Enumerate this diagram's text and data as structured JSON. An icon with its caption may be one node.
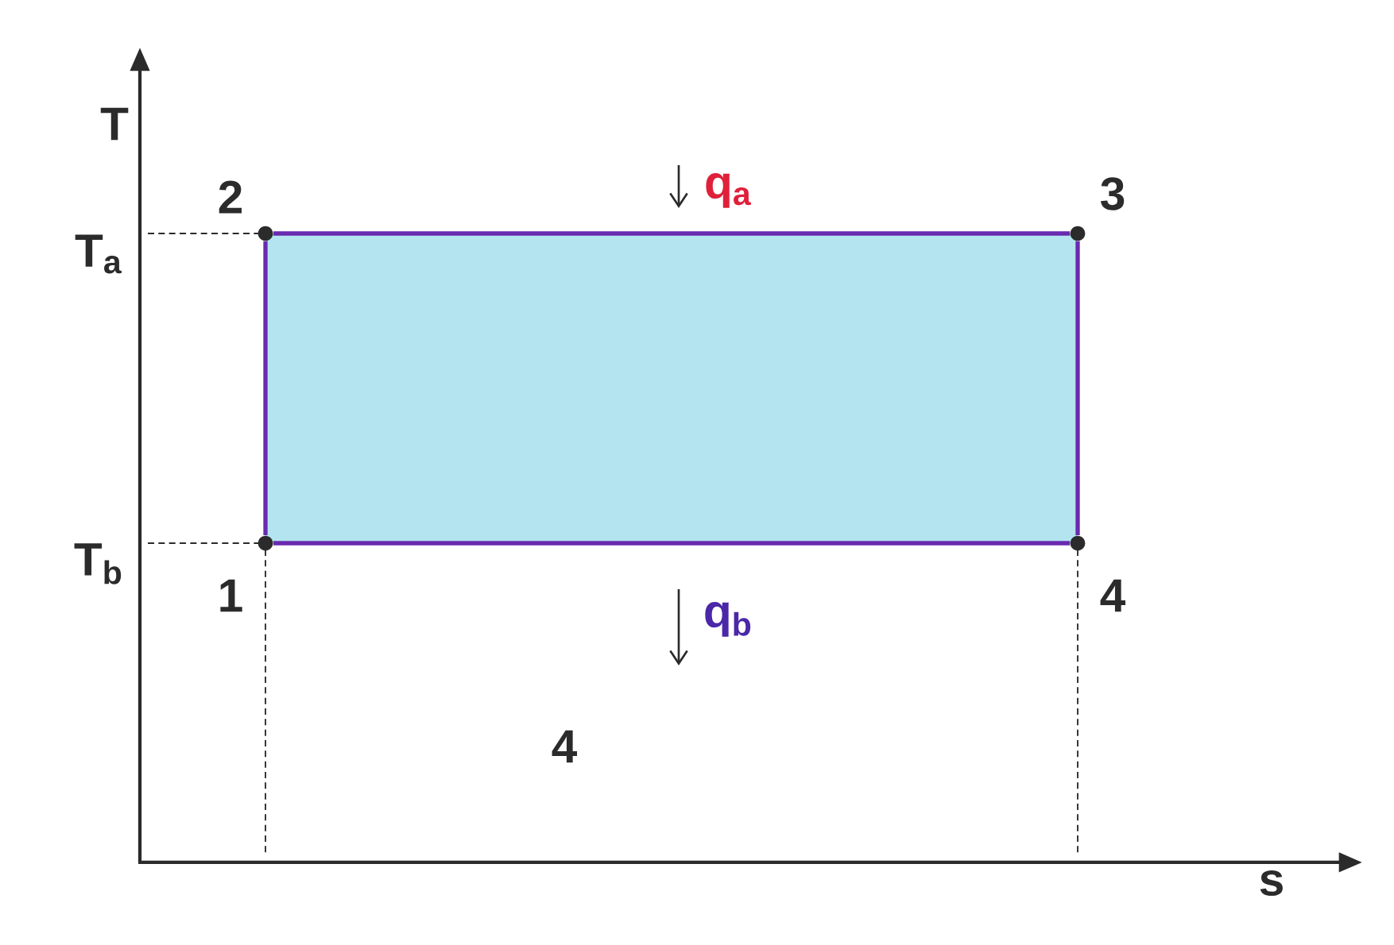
{
  "diagram": {
    "nodes": [
      {
        "text": [],
        "shape": "circle",
        "beside": [
          "2"
        ]
      },
      {
        "text": [],
        "shape": "circle",
        "beside": [
          "3"
        ]
      },
      {
        "text": [],
        "shape": "circle",
        "beside": [
          "1"
        ]
      },
      {
        "text": [],
        "shape": "circle",
        "beside": [
          "4"
        ]
      }
    ],
    "edges": [
      {
        "from": 2,
        "to": 0,
        "arrow": "none"
      },
      {
        "from": 0,
        "to": 1,
        "arrow": "none"
      },
      {
        "from": 1,
        "to": 3,
        "arrow": "none"
      },
      {
        "from": 3,
        "to": 2,
        "arrow": "none"
      }
    ],
    "labels": [
      "T",
      "T$_{a}$",
      "q$_{a}$",
      "T$_{b}$",
      "q$_{b}$",
      "4",
      "s"
    ]
  }
}
